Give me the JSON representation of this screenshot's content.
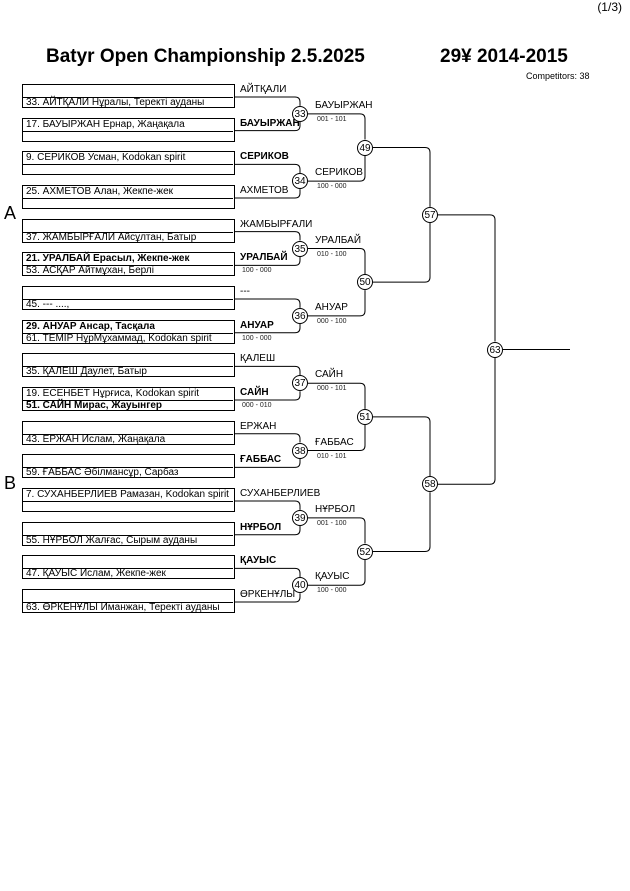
{
  "header": {
    "page": "(1/3)",
    "title": "Batyr Open Championship  2.5.2025",
    "category": "29¥ 2014-2015",
    "competitors": "Competitors: 38"
  },
  "sections": [
    "A",
    "B"
  ],
  "entries": [
    {
      "top": "",
      "bottom": "33. АЙТҚАЛИ Нұралы, Теректі ауданы",
      "top_bold": false,
      "bottom_bold": false
    },
    {
      "top": "17. БАУЫРЖАН Ернар, Жаңақала",
      "bottom": "",
      "top_bold": false,
      "bottom_bold": false
    },
    {
      "top": "9. СЕРИКОВ Усман, Kodokan spirit",
      "bottom": "",
      "top_bold": false,
      "bottom_bold": false
    },
    {
      "top": "25. АХМЕТОВ Алан, Жекпе-жек",
      "bottom": "",
      "top_bold": false,
      "bottom_bold": false
    },
    {
      "top": "",
      "bottom": "37. ЖАМБЫРҒАЛИ Айсұлтан, Батыр",
      "top_bold": false,
      "bottom_bold": false
    },
    {
      "top": "21. УРАЛБАЙ Ерасыл, Жекпе-жек",
      "bottom": "53. АСҚАР Айтмұхан, Берлі",
      "top_bold": true,
      "bottom_bold": false
    },
    {
      "top": "",
      "bottom": "45. --- ....,",
      "top_bold": false,
      "bottom_bold": false
    },
    {
      "top": "29. АНУАР Ансар, Тасқала",
      "bottom": "61. ТЕМІР НұрМұхаммад, Kodokan spirit",
      "top_bold": true,
      "bottom_bold": false
    },
    {
      "top": "",
      "bottom": "35. ҚАЛЕШ Даулет, Батыр",
      "top_bold": false,
      "bottom_bold": false
    },
    {
      "top": "19. ЕСЕНБЕТ Нұрғиса, Kodokan spirit",
      "bottom": "51. САЙН Мирас, Жауынгер",
      "top_bold": false,
      "bottom_bold": true
    },
    {
      "top": "",
      "bottom": "43. ЕРЖАН Ислам, Жаңақала",
      "top_bold": false,
      "bottom_bold": false
    },
    {
      "top": "",
      "bottom": "59. ҒАББАС Әбілмансұр, Сарбаз",
      "top_bold": false,
      "bottom_bold": false
    },
    {
      "top": "7. СУХАНБЕРЛИЕВ Рамазан, Kodokan spirit",
      "bottom": "",
      "top_bold": false,
      "bottom_bold": false
    },
    {
      "top": "",
      "bottom": "55. НҰРБОЛ Жалғас, Сырым ауданы",
      "top_bold": false,
      "bottom_bold": false
    },
    {
      "top": "",
      "bottom": "47. ҚАУЫС  Ислам, Жекпе-жек",
      "top_bold": false,
      "bottom_bold": false
    },
    {
      "top": "",
      "bottom": "63. ӨРКЕНҰЛЫ Иманжан, Теректі ауданы",
      "top_bold": false,
      "bottom_bold": false
    }
  ],
  "round1_labels": [
    {
      "name": "АЙТҚАЛИ",
      "bold": false,
      "score": ""
    },
    {
      "name": "БАУЫРЖАН",
      "bold": true,
      "score": ""
    },
    {
      "name": "СЕРИКОВ",
      "bold": true,
      "score": ""
    },
    {
      "name": "АХМЕТОВ",
      "bold": false,
      "score": ""
    },
    {
      "name": "ЖАМБЫРҒАЛИ",
      "bold": false,
      "score": ""
    },
    {
      "name": "УРАЛБАЙ",
      "bold": true,
      "score": "100 - 000"
    },
    {
      "name": "---",
      "bold": false,
      "score": ""
    },
    {
      "name": "АНУАР",
      "bold": true,
      "score": "100 - 000"
    },
    {
      "name": "ҚАЛЕШ",
      "bold": false,
      "score": ""
    },
    {
      "name": "САЙН",
      "bold": true,
      "score": "000 - 010"
    },
    {
      "name": "ЕРЖАН",
      "bold": false,
      "score": ""
    },
    {
      "name": "ҒАББАС",
      "bold": true,
      "score": ""
    },
    {
      "name": "СУХАНБЕРЛИЕВ",
      "bold": false,
      "score": ""
    },
    {
      "name": "НҰРБОЛ",
      "bold": true,
      "score": ""
    },
    {
      "name": "ҚАУЫС",
      "bold": true,
      "score": ""
    },
    {
      "name": "ӨРКЕНҰЛЫ",
      "bold": false,
      "score": ""
    }
  ],
  "round1_matches": [
    "33",
    "34",
    "35",
    "36",
    "37",
    "38",
    "39",
    "40"
  ],
  "round2_labels": [
    {
      "name": "БАУЫРЖАН",
      "score": "001 - 101"
    },
    {
      "name": "СЕРИКОВ",
      "score": "100 - 000"
    },
    {
      "name": "УРАЛБАЙ",
      "score": "010 - 100"
    },
    {
      "name": "АНУАР",
      "score": "000 - 100"
    },
    {
      "name": "САЙН",
      "score": "000 - 101"
    },
    {
      "name": "ҒАББАС",
      "score": "010 - 101"
    },
    {
      "name": "НҰРБОЛ",
      "score": "001 - 100"
    },
    {
      "name": "ҚАУЫС",
      "score": "100 - 000"
    }
  ],
  "round2_matches": [
    "49",
    "50",
    "51",
    "52"
  ],
  "round3_matches": [
    "57",
    "58"
  ],
  "final_match": "63"
}
